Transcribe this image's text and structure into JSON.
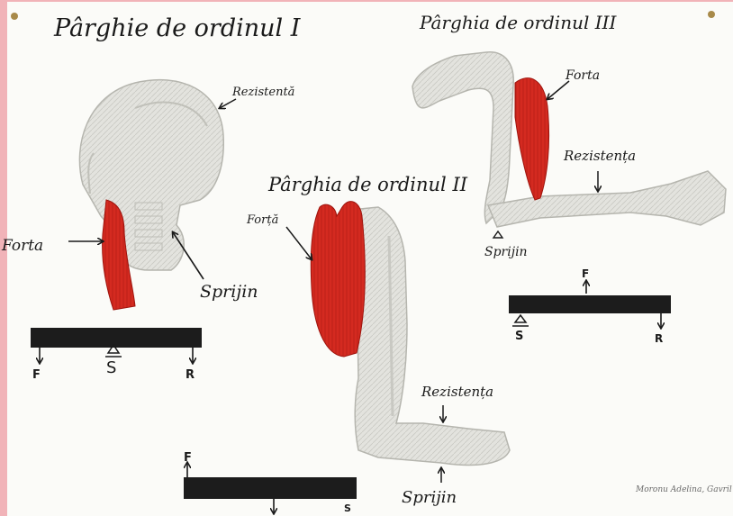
{
  "titles": {
    "lever_1": "Pârghie de ordinul I",
    "lever_2": "Pârghia de ordinul II",
    "lever_3": "Pârghia de ordinul III"
  },
  "labels": {
    "l1_resistance": "Rezistentă",
    "l1_force": "Forta",
    "l1_support": "Sprijin",
    "l2_force": "Forță",
    "l2_resistance": "Rezistența",
    "l2_support": "Sprijin",
    "l3_force": "Forta",
    "l3_resistance": "Rezistența",
    "l3_support": "Sprijin"
  },
  "diagram_letters": {
    "f": "F",
    "s": "S",
    "r": "R"
  },
  "signature": "Moronu Adelina, Gavril Rebeca",
  "colors": {
    "paper": "#fbfbf8",
    "backing": "#f1b3b8",
    "muscle": "#d42a20",
    "bone": "#dcdcd6",
    "bar": "#1c1c1c"
  }
}
